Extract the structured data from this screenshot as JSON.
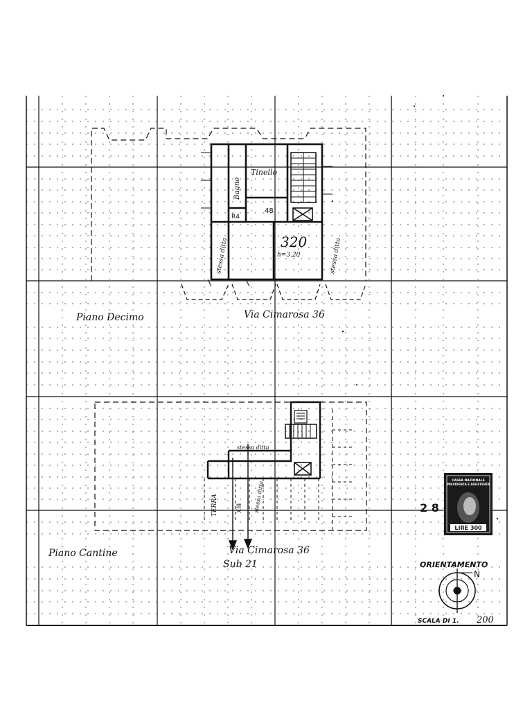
{
  "upper_plan": {
    "floor_label": "Piano Decimo",
    "street_label": "Via Cimarosa 36",
    "unit_number": "320",
    "height_label": "h=3.20",
    "rooms": {
      "dining": "Tinello",
      "bath": "Bagno",
      "hall": "48",
      "small_room": "R4",
      "stair_left": "stessa ditta",
      "stair_right": "stessa ditta"
    }
  },
  "lower_plan": {
    "floor_label": "Piano Cantine",
    "street_label": "Via Cimarosa 36",
    "sub_label": "Sub 21",
    "labels": {
      "terra": "TERRA",
      "stessa_ditta": "stessa ditta",
      "cellar": "XIII",
      "annotation": "stessa ditta"
    }
  },
  "legend": {
    "sheet_number": "2 8",
    "orientation_label": "ORIENTAMENTO",
    "north": "N",
    "scale_label": "SCALA DI 1.",
    "scale_value": "200"
  },
  "stamp": {
    "line1": "CASSA NAZIONALE",
    "line2": "PREVIDENZA E ASSISTENZA",
    "value": "LIRE 300"
  }
}
